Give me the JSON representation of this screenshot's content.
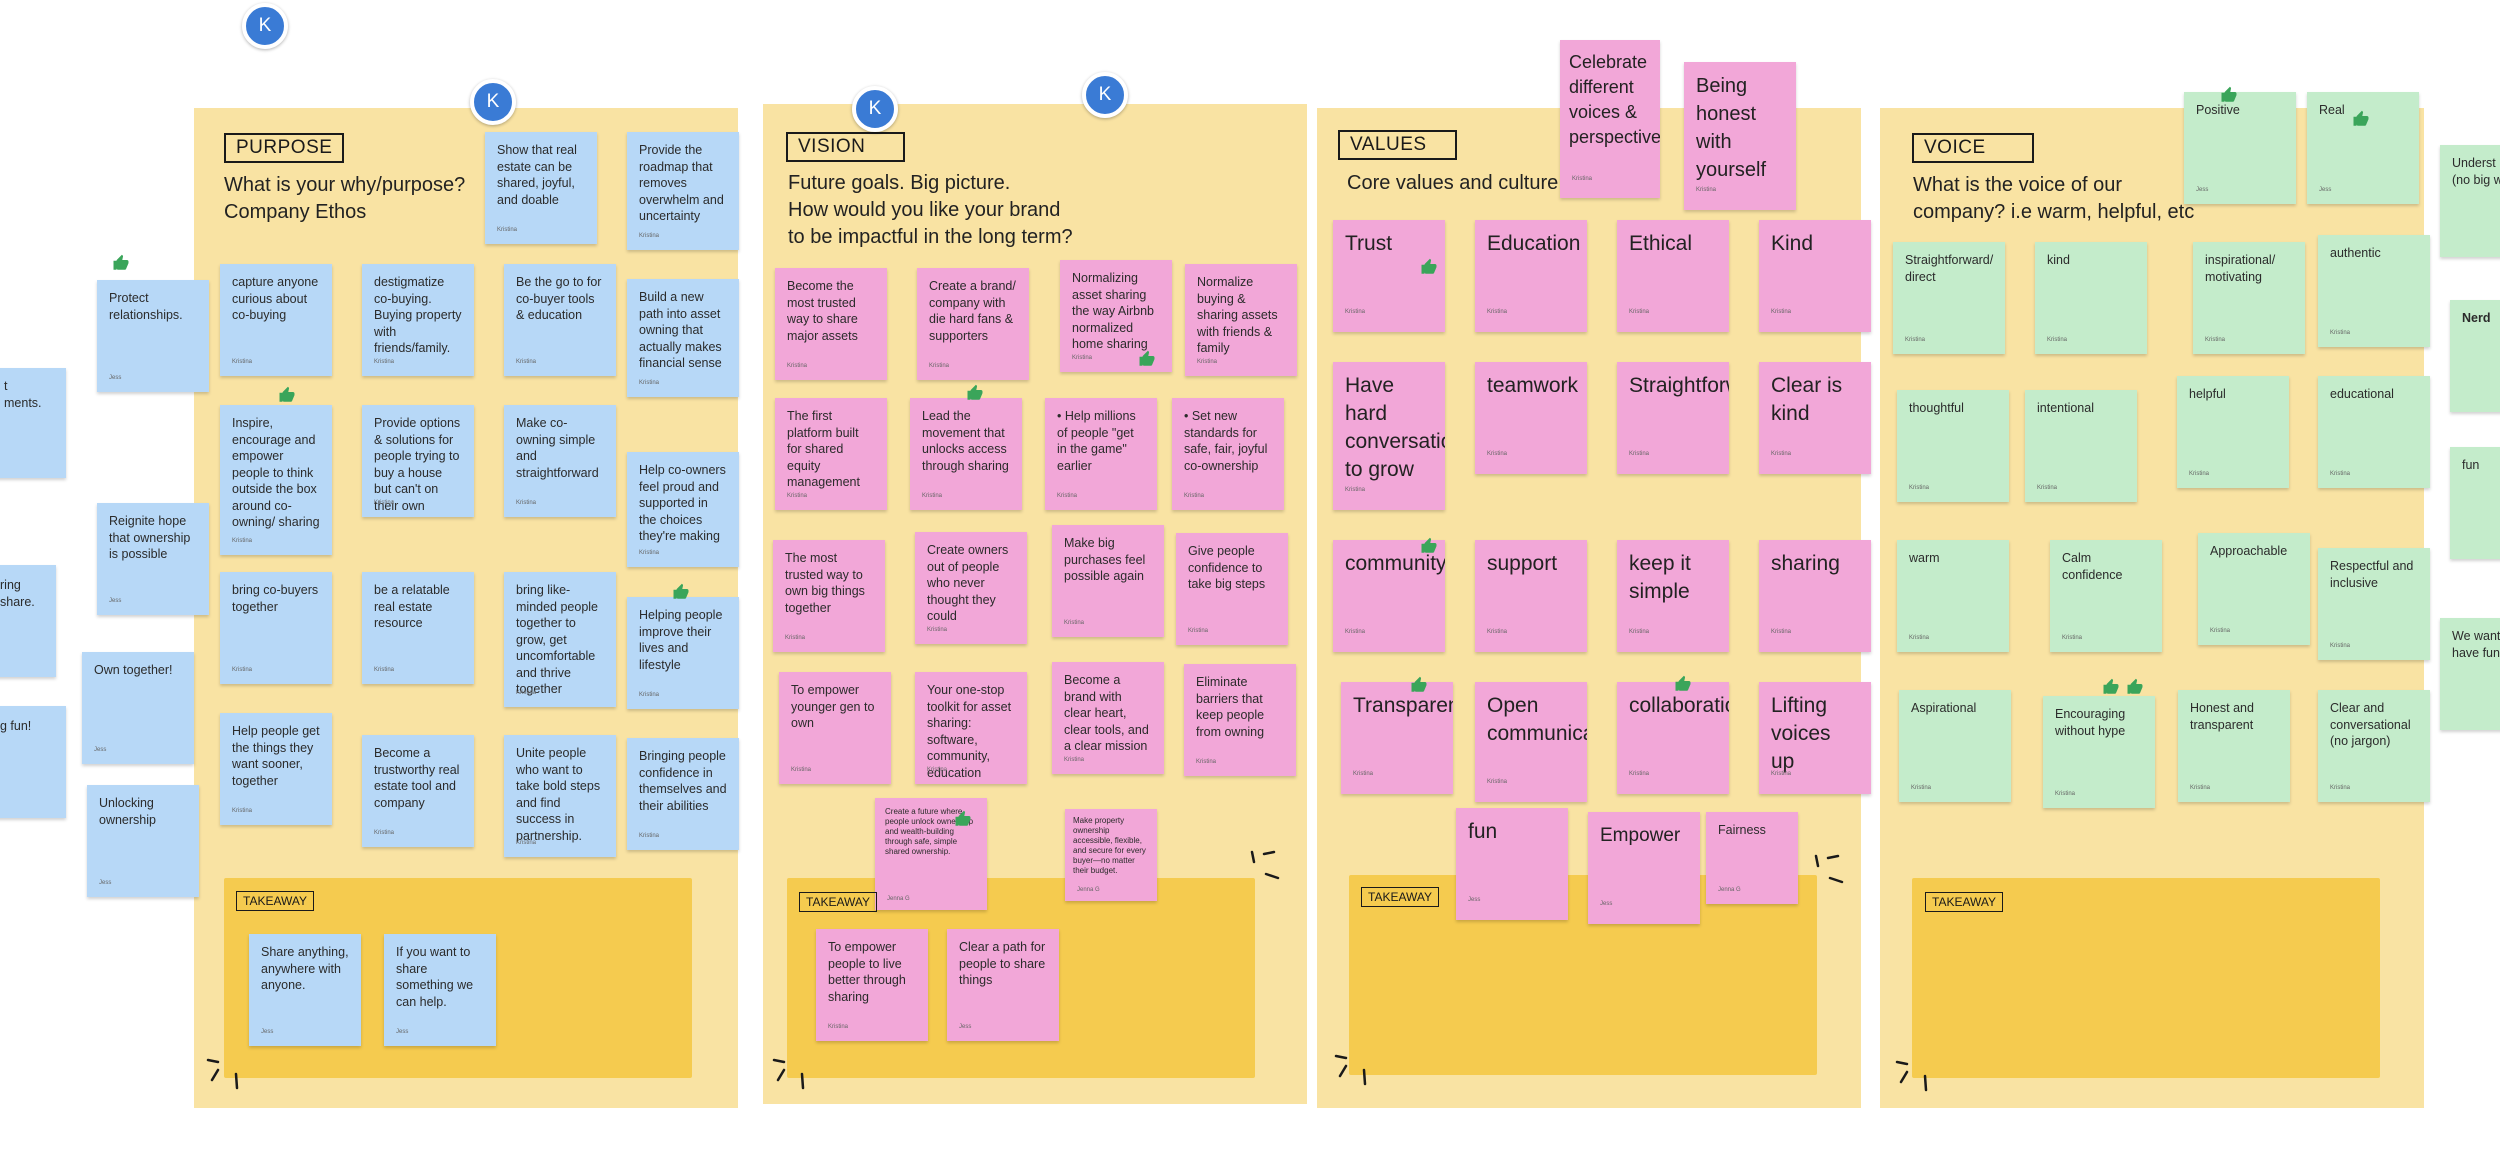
{
  "colors": {
    "section_bg": "#f9e3a3",
    "takeaway_bg": "#f5cb4f",
    "sticky_blue": "#b7d8f7",
    "sticky_pink": "#f2a7d8",
    "sticky_green": "#c4eccb",
    "avatar": "#3a7bd5",
    "thumb": "#3aa55a"
  },
  "avatar_initial": "K",
  "takeaway_label": "TAKEAWAY",
  "purpose": {
    "label": "PURPOSE",
    "question": "What is your why/purpose?",
    "subtitle": "Company Ethos",
    "notes": [
      "Show that real estate can be shared, joyful, and doable",
      "Provide the roadmap that removes overwhelm and uncertainty",
      "capture anyone curious about co-buying",
      "destigmatize co-buying. Buying property with friends/family.",
      "Be the go to for co-buyer tools & education",
      "Build a new path into asset owning that actually makes financial sense",
      "Inspire, encourage and empower people to think outside the box around co-owning/ sharing",
      "Provide options & solutions for people trying to buy a house but can't on their own",
      "Make co-owning simple and straightforward",
      "Help co-owners feel proud and supported in the choices they're making",
      "bring co-buyers together",
      "be a relatable real estate resource",
      "bring like-minded people together to grow, get uncomfortable and thrive together",
      "Helping people improve their lives and lifestyle",
      "Help people get the things they want sooner, together",
      "Become a trustworthy real estate tool and company",
      "Unite people who want to take bold steps and find success in partnership.",
      "Bringing people confidence in themselves and their abilities"
    ],
    "takeaways": [
      "Share anything, anywhere with anyone.",
      "If you want to share something we can help."
    ]
  },
  "left_notes": [
    "Protect relationships.",
    "Reignite hope that ownership is possible",
    "Own together!",
    "Unlocking ownership"
  ],
  "edge_left": [
    "t",
    "ments.",
    "ring",
    "share.",
    "g fun!"
  ],
  "vision": {
    "label": "VISION",
    "line1": "Future goals. Big picture.",
    "line2": "How would you like your brand",
    "line3": "to be impactful in the long term?",
    "notes": [
      "Become the most trusted way to share major assets",
      "Create a brand/ company with die hard fans & supporters",
      "Normalizing asset sharing the way Airbnb normalized home sharing",
      "Normalize buying & sharing assets with friends & family",
      "The first platform built for shared equity management",
      "Lead the movement that unlocks access through sharing",
      "• Help millions of people \"get in the game\" earlier",
      "• Set new standards for safe, fair, joyful co-ownership",
      "The most trusted way to own big things together",
      "Create owners out of people who never thought they could",
      "Make big purchases feel possible again",
      "Give people confidence to take big steps",
      "To empower younger gen to own",
      "Your one-stop toolkit for asset sharing: software, community, education",
      "Become a brand with clear heart, clear tools, and a clear mission",
      "Eliminate barriers that keep people from owning"
    ],
    "small1": "Create a future where people unlock ownership and wealth-building through safe, simple shared ownership.",
    "small2": "Make property ownership accessible, flexible, and secure for every buyer—no matter their budget.",
    "takeaways": [
      "To empower people to live better through sharing",
      "Clear a path for people to share things"
    ]
  },
  "values": {
    "label": "VALUES",
    "subtitle": "Core values and culture",
    "top": [
      "Celebrate different voices & perspectives",
      "Being honest with yourself"
    ],
    "notes": [
      "Trust",
      "Education",
      "Ethical",
      "Kind",
      "Have hard conversations to grow",
      "teamwork",
      "Straightforward",
      "Clear is kind",
      "community",
      "support",
      "keep it simple",
      "sharing",
      "Transparency",
      "Open communication",
      "collaboration",
      "Lifting voices up"
    ],
    "bottom": [
      "fun",
      "Empower",
      "Fairness"
    ]
  },
  "voice": {
    "label": "VOICE",
    "line1": "What is the voice of our",
    "line2": "company? i.e warm, helpful, etc",
    "top": [
      "Positive",
      "Real"
    ],
    "notes": [
      "Straightforward/ direct",
      "kind",
      "inspirational/ motivating",
      "authentic",
      "thoughtful",
      "intentional",
      "helpful",
      "educational",
      "warm",
      "Calm confidence",
      "Approachable",
      "Respectful and inclusive",
      "Aspirational",
      "Encouraging without hype",
      "Honest and transparent",
      "Clear and conversational (no jargon)"
    ]
  },
  "edge_right": [
    "Underst",
    "(no big w",
    "Nerd",
    "fun",
    "We want y",
    "have fun"
  ]
}
